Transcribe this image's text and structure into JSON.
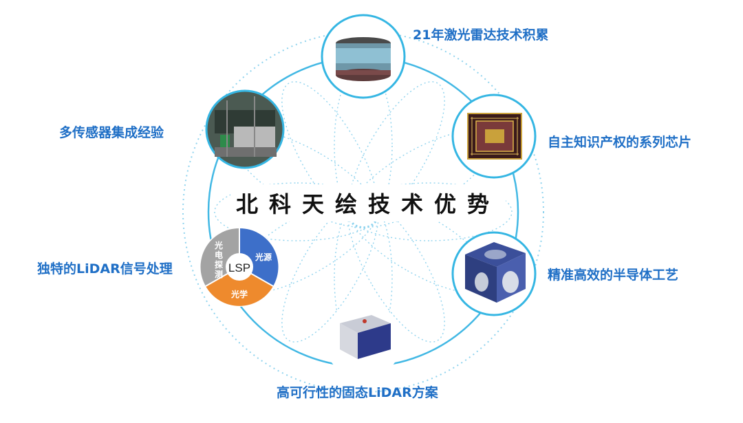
{
  "center_title": "北科天绘技术优势",
  "accent_color": "#1f6fc6",
  "ring_color": "#35b6e3",
  "nodes": [
    {
      "label": "21年激光雷达技术积累",
      "icon": "lidar-sensor-photo"
    },
    {
      "label": "自主知识产权的系列芯片",
      "icon": "chip-photo"
    },
    {
      "label": "精准高效的半导体工艺",
      "icon": "semiconductor-module-photo"
    },
    {
      "label": "高可行性的固态LiDAR方案",
      "icon": "solid-state-lidar-photo"
    },
    {
      "label": "独特的LiDAR信号处理",
      "icon": "lsp-pie-diagram"
    },
    {
      "label": "多传感器集成经验",
      "icon": "vehicle-sensor-photo"
    }
  ],
  "lsp": {
    "center": "LSP",
    "segments": [
      {
        "label": "光源",
        "color": "#3d6fc9"
      },
      {
        "label": "光学",
        "color": "#ee8a2d"
      },
      {
        "label": "光电探测",
        "color": "#a3a3a3"
      }
    ]
  }
}
